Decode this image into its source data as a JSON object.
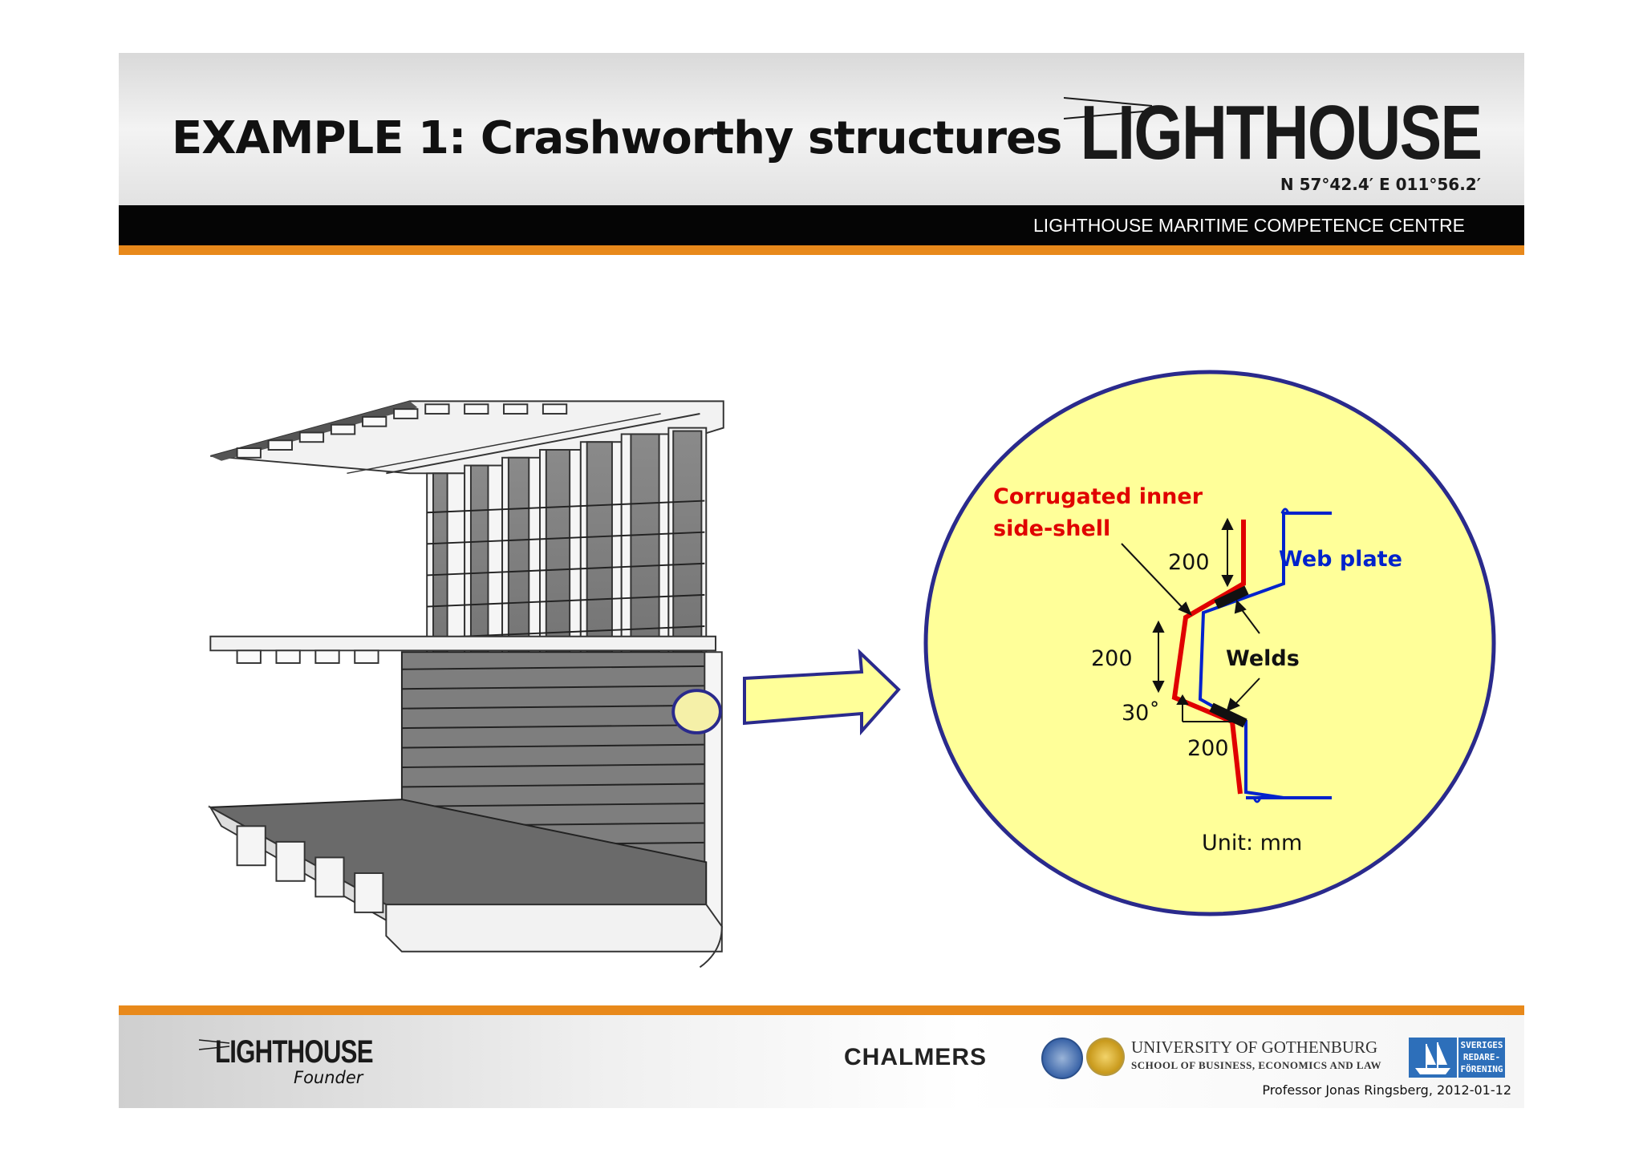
{
  "header": {
    "title": "EXAMPLE 1: Crashworthy structures",
    "logo_text": "LIGHTHOUSE",
    "logo_coords": "N 57°42.4′ E 011°56.2′",
    "bar_text": "LIGHTHOUSE MARITIME COMPETENCE CENTRE"
  },
  "detail": {
    "corrugated_label_line1": "Corrugated inner",
    "corrugated_label_line2": "side-shell",
    "web_plate_label": "Web plate",
    "welds_label": "Welds",
    "dim_top": "200",
    "dim_left": "200",
    "dim_bottom": "200",
    "angle_label": "30˚",
    "unit_label": "Unit: mm"
  },
  "footer": {
    "logo_text": "LIGHTHOUSE",
    "founder": "Founder",
    "chalmers": "CHALMERS",
    "university_line1": "UNIVERSITY OF GOTHENBURG",
    "university_line2": "SCHOOL OF BUSINESS, ECONOMICS AND LAW",
    "sveriges_line1": "SVERIGES",
    "sveriges_line2": "REDARE-",
    "sveriges_line3": "FÖRENING",
    "credit": "Professor Jonas Ringsberg, 2012-01-12"
  },
  "colors": {
    "accent_orange": "#e8891b",
    "bar_black": "#050505",
    "detail_fill": "#ffff99",
    "detail_outline": "#2a2a8c",
    "corrugated_red": "#e00000",
    "web_blue": "#0022cc"
  }
}
